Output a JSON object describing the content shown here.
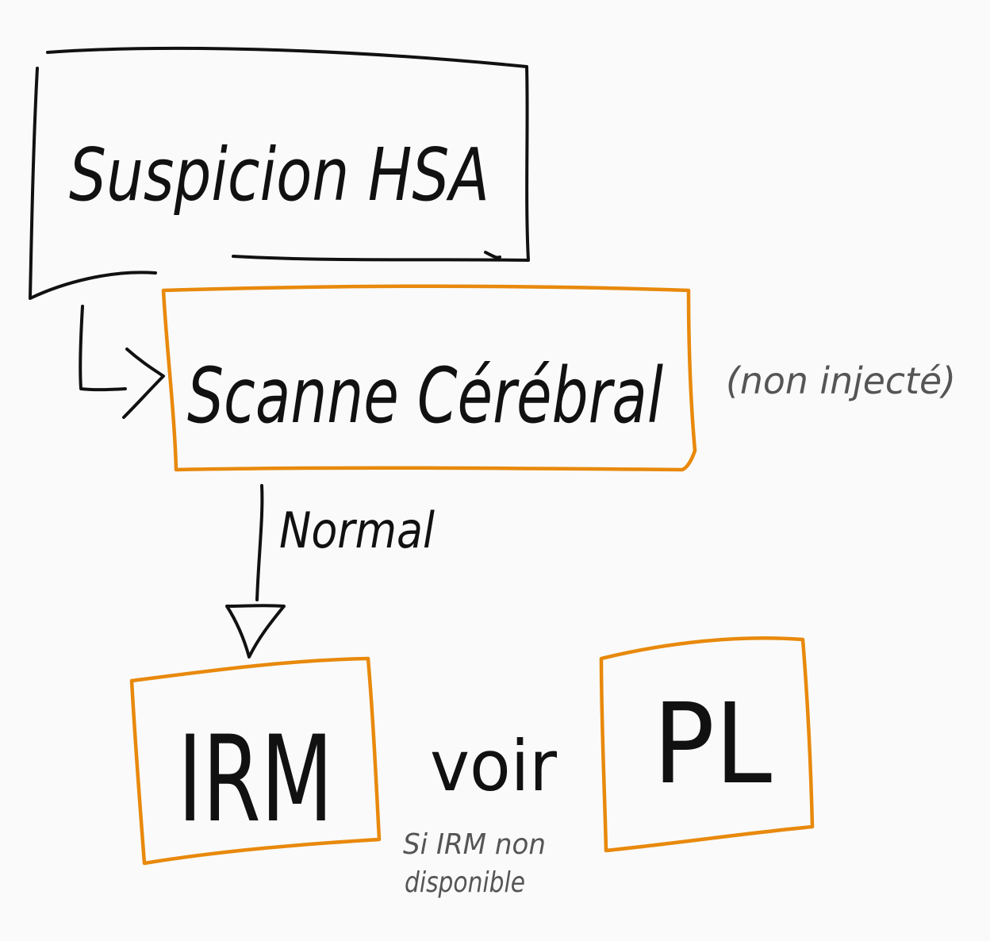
{
  "colors": {
    "background": "#fafafa",
    "ink": "#111111",
    "note_ink": "#555555",
    "accent_orange": "#e8890c"
  },
  "nodes": {
    "start": {
      "label": "Suspicion HSA",
      "border": "black"
    },
    "scan": {
      "label": "Scanne Cérébral",
      "note": "(non injecté)",
      "border": "orange"
    },
    "irm": {
      "label": "IRM",
      "border": "orange"
    },
    "pl": {
      "label": "PL",
      "border": "orange"
    }
  },
  "edges": {
    "start_to_scan": {
      "label": ""
    },
    "scan_to_irm": {
      "label": "Normal"
    },
    "irm_to_pl": {
      "label": "voir"
    }
  },
  "footnote": {
    "line1": "Si IRM non",
    "line2": "disponible"
  }
}
